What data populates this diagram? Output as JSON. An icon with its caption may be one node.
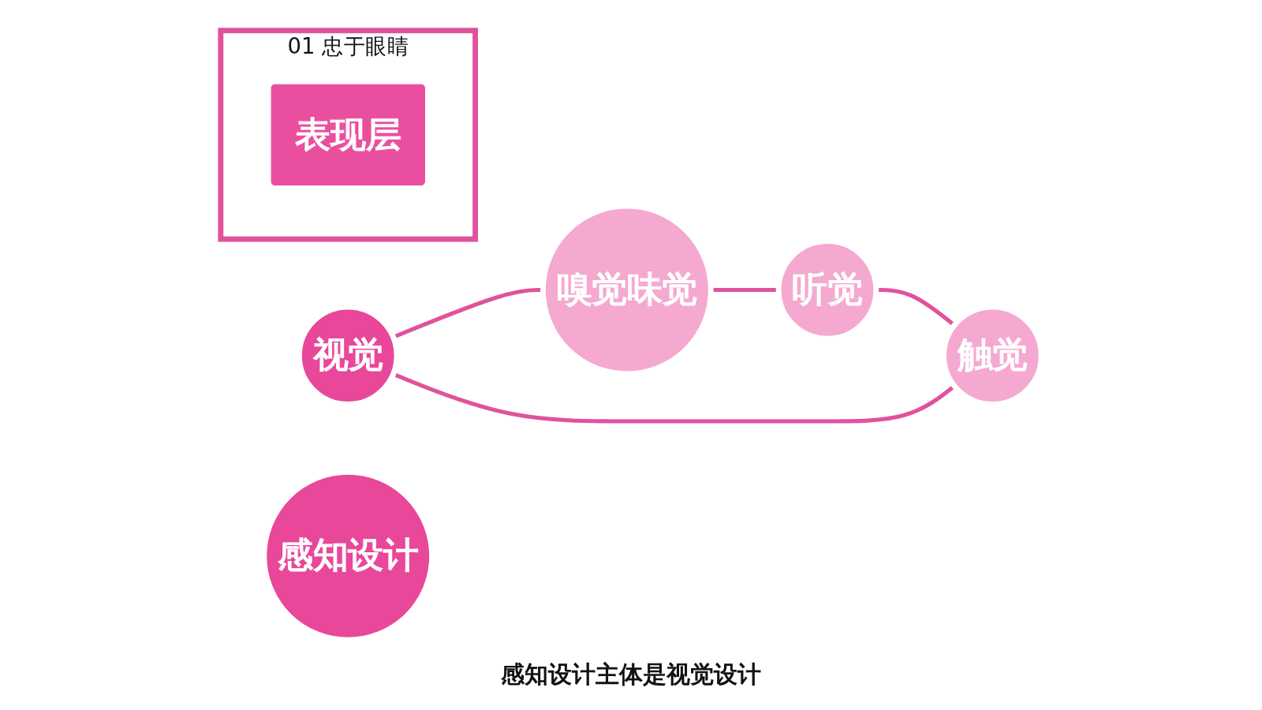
{
  "diagram": {
    "caption": "感知设计主体是视觉设计",
    "nodes": [
      {
        "text": [
          "01",
          "忠于眼睛"
        ]
      },
      {
        "text": [
          "表现层"
        ],
        "in": 0
      },
      {
        "text": [
          "视觉"
        ]
      },
      {
        "text": [
          "触觉"
        ]
      },
      {
        "text": [
          "感知设计"
        ]
      },
      {
        "text": [
          "嗅觉味觉"
        ]
      },
      {
        "text": [
          "听觉"
        ]
      }
    ],
    "edges": [
      {
        "from": 2,
        "to": 5,
        "arrow": "none"
      },
      {
        "from": 5,
        "to": 6,
        "arrow": "none"
      },
      {
        "from": 6,
        "to": 3,
        "arrow": "none"
      },
      {
        "from": 3,
        "to": 2,
        "arrow": "none"
      }
    ]
  }
}
